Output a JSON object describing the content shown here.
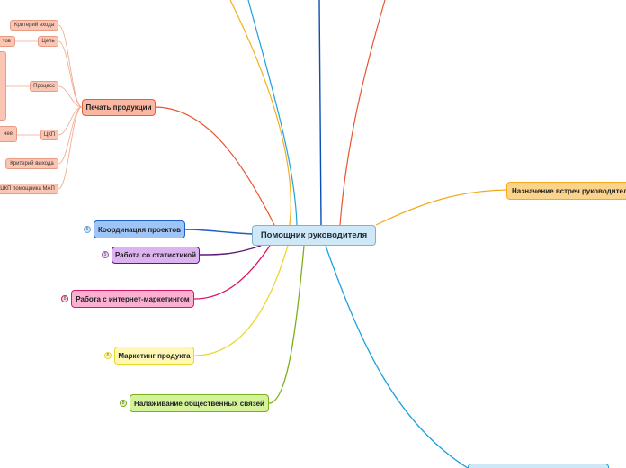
{
  "central": {
    "label": "Помощник руководителя"
  },
  "print_branch": {
    "label": "Печать продукции",
    "children": {
      "entry_criterion": "Критерий входа",
      "goal": "Цель",
      "goal_left_fragment": "тов",
      "process": "Процесс",
      "ckp": "ЦКП",
      "ckp_left_fragment": "чее",
      "exit_criterion": "Критерий выхода",
      "ckp_assistant": "ЦКП помощника МАП"
    }
  },
  "branches": {
    "coordination": {
      "label": "Координация проектов",
      "count": "6",
      "color": "#6fa8dc"
    },
    "statistics": {
      "label": "Работа со статистикой",
      "count": "5",
      "color": "#c39bd3"
    },
    "internet_marketing": {
      "label": "Работа с интернет-маркетингом",
      "count": "8",
      "color": "#f49ac1"
    },
    "product_marketing": {
      "label": "Маркетинг продукта",
      "count": "6",
      "color": "#f3e36b"
    },
    "public_relations": {
      "label": "Налаживание общественных связей",
      "count": "8",
      "color": "#b9e27a"
    },
    "meetings": {
      "label": "Назначение встреч руководителю",
      "color": "#f9c74f"
    }
  },
  "colors": {
    "print": "#e8552e",
    "coordination": "#1f5fbf",
    "statistics": "#5b1a7a",
    "internet_marketing": "#d6186b",
    "product_marketing": "#e8d82a",
    "public_relations": "#7aae1b",
    "meetings": "#f2aa1e",
    "blue_lines": "#1da1e0",
    "navy_line": "#0a4fb5",
    "central_fill": "#cfe8f7"
  }
}
